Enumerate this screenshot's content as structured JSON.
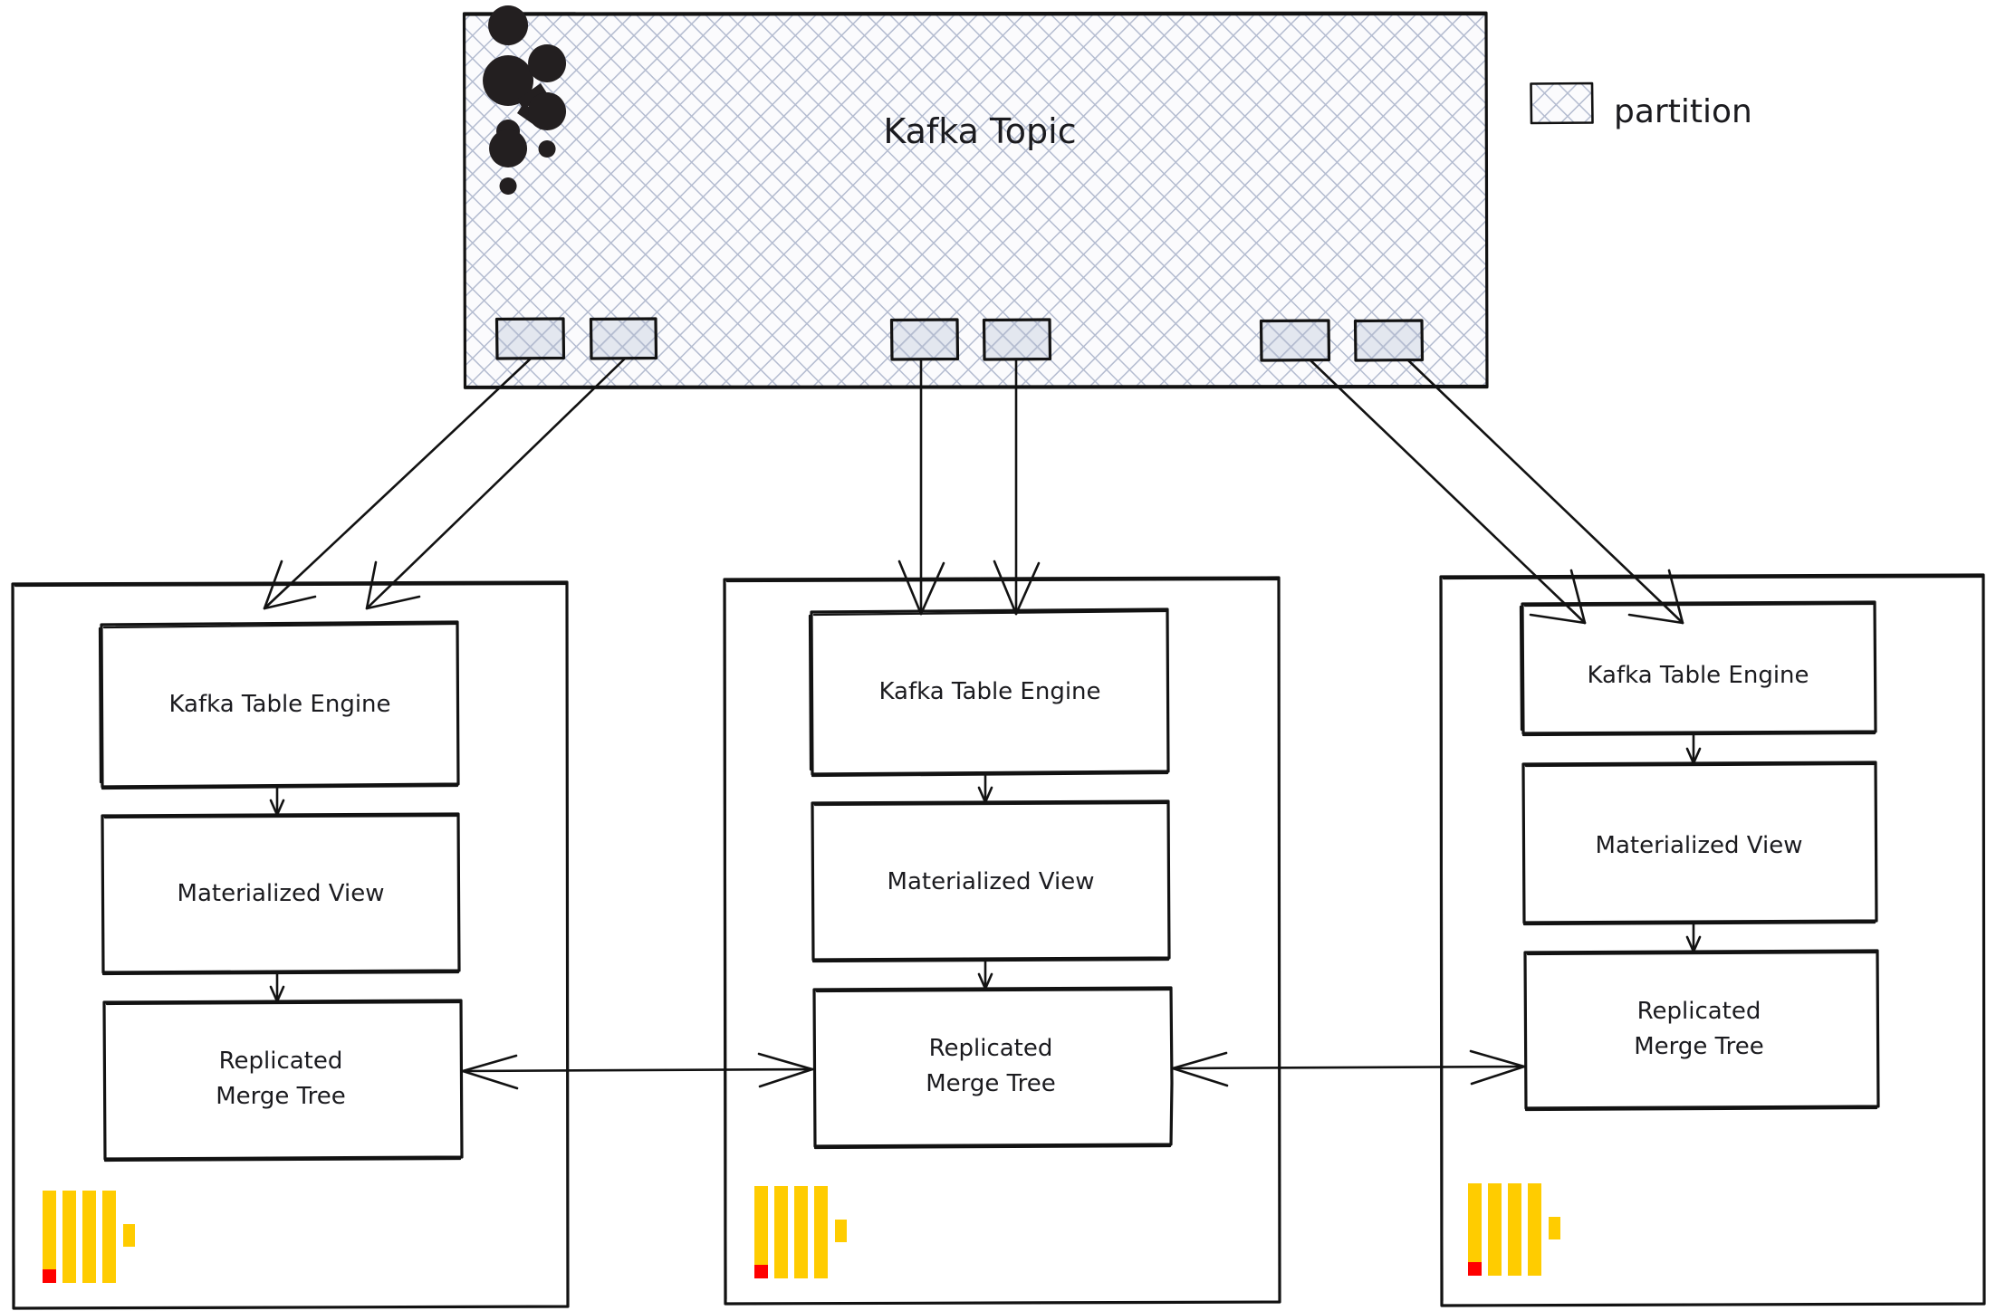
{
  "diagram": {
    "title_visible": false,
    "type": "architecture-flow",
    "background": "#ffffff"
  },
  "colors": {
    "stroke": "#121212",
    "hatch_line": "#b4bcd0",
    "partition_fill": "#ced4e0",
    "clickhouse_yellow": "#ffcc00",
    "clickhouse_red": "#ff0000",
    "kafka_logo": "#231f20"
  },
  "kafka_topic": {
    "label": "Kafka Topic",
    "logo_name": "kafka-logo",
    "fill_pattern": "crosshatch",
    "partitions": [
      {
        "id": "p0",
        "group": 0
      },
      {
        "id": "p1",
        "group": 0
      },
      {
        "id": "p2",
        "group": 1
      },
      {
        "id": "p3",
        "group": 1
      },
      {
        "id": "p4",
        "group": 2
      },
      {
        "id": "p5",
        "group": 2
      }
    ]
  },
  "legend": {
    "swatch_pattern": "crosshatch",
    "label": "partition"
  },
  "nodes": [
    {
      "id": "node-1",
      "logo_name": "clickhouse-logo",
      "boxes": [
        {
          "id": "kafka-table-engine",
          "label": "Kafka Table Engine",
          "lines": [
            "Kafka Table Engine"
          ]
        },
        {
          "id": "materialized-view",
          "label": "Materialized View",
          "lines": [
            "Materialized View"
          ]
        },
        {
          "id": "replicated-merge-tree",
          "label": "Replicated Merge Tree",
          "lines": [
            "Replicated",
            "Merge Tree"
          ]
        }
      ]
    },
    {
      "id": "node-2",
      "logo_name": "clickhouse-logo",
      "boxes": [
        {
          "id": "kafka-table-engine",
          "label": "Kafka Table Engine",
          "lines": [
            "Kafka Table Engine"
          ]
        },
        {
          "id": "materialized-view",
          "label": "Materialized View",
          "lines": [
            "Materialized View"
          ]
        },
        {
          "id": "replicated-merge-tree",
          "label": "Replicated Merge Tree",
          "lines": [
            "Replicated",
            "Merge Tree"
          ]
        }
      ]
    },
    {
      "id": "node-3",
      "logo_name": "clickhouse-logo",
      "boxes": [
        {
          "id": "kafka-table-engine",
          "label": "Kafka Table Engine",
          "lines": [
            "Kafka Table Engine"
          ]
        },
        {
          "id": "materialized-view",
          "label": "Materialized View",
          "lines": [
            "Materialized View"
          ]
        },
        {
          "id": "replicated-merge-tree",
          "label": "Replicated Merge Tree",
          "lines": [
            "Replicated",
            "Merge Tree"
          ]
        }
      ]
    }
  ],
  "connections": [
    {
      "from": "kafka-partition-p0",
      "to": "node-1-kafka-table-engine",
      "kind": "arrow"
    },
    {
      "from": "kafka-partition-p1",
      "to": "node-1-kafka-table-engine",
      "kind": "arrow"
    },
    {
      "from": "kafka-partition-p2",
      "to": "node-2-kafka-table-engine",
      "kind": "arrow"
    },
    {
      "from": "kafka-partition-p3",
      "to": "node-2-kafka-table-engine",
      "kind": "arrow"
    },
    {
      "from": "kafka-partition-p4",
      "to": "node-3-kafka-table-engine",
      "kind": "arrow"
    },
    {
      "from": "kafka-partition-p5",
      "to": "node-3-kafka-table-engine",
      "kind": "arrow"
    },
    {
      "from": "node-1-replicated-merge-tree",
      "to": "node-2-replicated-merge-tree",
      "kind": "bidirectional-arrow"
    },
    {
      "from": "node-2-replicated-merge-tree",
      "to": "node-3-replicated-merge-tree",
      "kind": "bidirectional-arrow"
    }
  ]
}
